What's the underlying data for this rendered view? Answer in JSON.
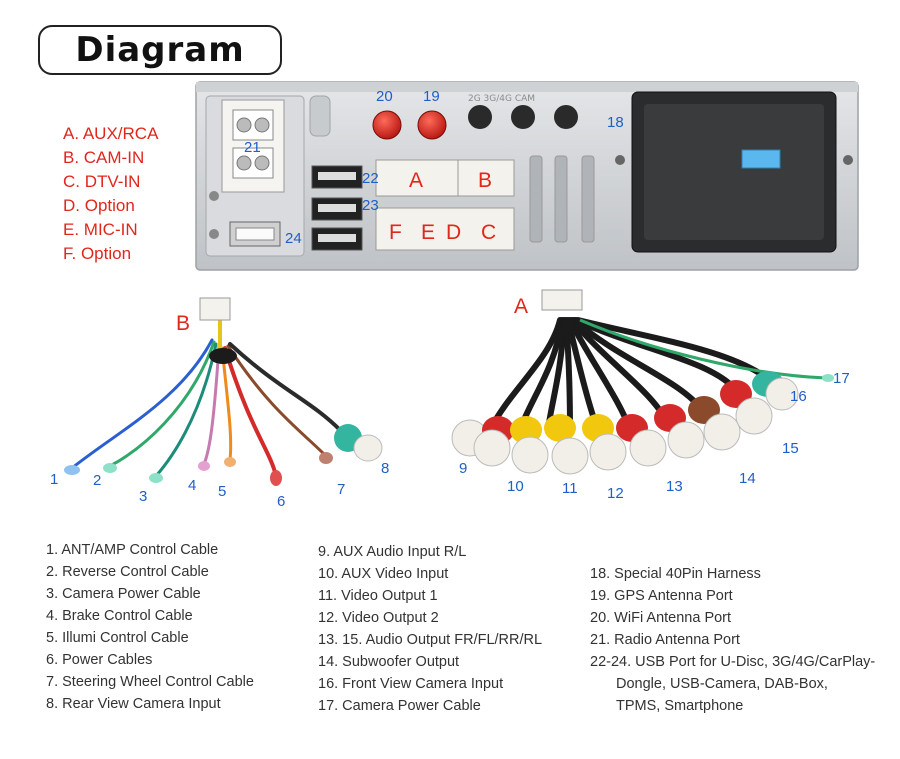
{
  "title": "Diagram",
  "legend": [
    "A. AUX/RCA",
    "B. CAM-IN",
    "C. DTV-IN",
    "D. Option",
    "E. MIC-IN",
    "F. Option"
  ],
  "panel": {
    "labels": {
      "antenna_gps": "19",
      "antenna_wifi": "20",
      "radio": "21",
      "usb_top": "22",
      "usb_mid": "23",
      "usb_bottom": "24",
      "harness": "18"
    },
    "ports": {
      "a": "A",
      "b": "B",
      "c": "C",
      "d": "D",
      "e": "E",
      "f": "F"
    }
  },
  "harness_b": {
    "letter": "B",
    "numbers": [
      "1",
      "2",
      "3",
      "4",
      "5",
      "6",
      "7",
      "8"
    ]
  },
  "harness_a": {
    "letter": "A",
    "numbers": [
      "9",
      "10",
      "11",
      "12",
      "13",
      "14",
      "15",
      "16",
      "17"
    ]
  },
  "colors": {
    "label_red": "#e1261c",
    "number_blue": "#1f5fc7",
    "panel_silver": "#d4d6d9",
    "rca_red": "#d42a2a",
    "rca_yellow": "#f2c80f",
    "rca_white": "#f1efe8",
    "rca_brown": "#8a4a2b",
    "rca_teal": "#33b5a0"
  },
  "descriptions": {
    "col1": [
      "1. ANT/AMP Control Cable",
      "2. Reverse Control Cable",
      "3. Camera Power Cable",
      "4. Brake Control Cable",
      "5. Illumi Control Cable",
      "6. Power Cables",
      "7. Steering Wheel Control Cable",
      "8. Rear View Camera Input"
    ],
    "col2": [
      "9. AUX Audio Input R/L",
      "10. AUX Video Input",
      "11. Video Output 1",
      "12. Video Output 2",
      "13. 15. Audio Output FR/FL/RR/RL",
      "14. Subwoofer Output",
      "16. Front View Camera Input",
      "17. Camera Power Cable"
    ],
    "col3": [
      "18. Special 40Pin Harness",
      "19. GPS Antenna Port",
      "20. WiFi Antenna Port",
      "21. Radio Antenna Port",
      "22-24. USB Port for U-Disc, 3G/4G/CarPlay-",
      "Dongle, USB-Camera, DAB-Box,",
      "TPMS, Smartphone"
    ]
  }
}
